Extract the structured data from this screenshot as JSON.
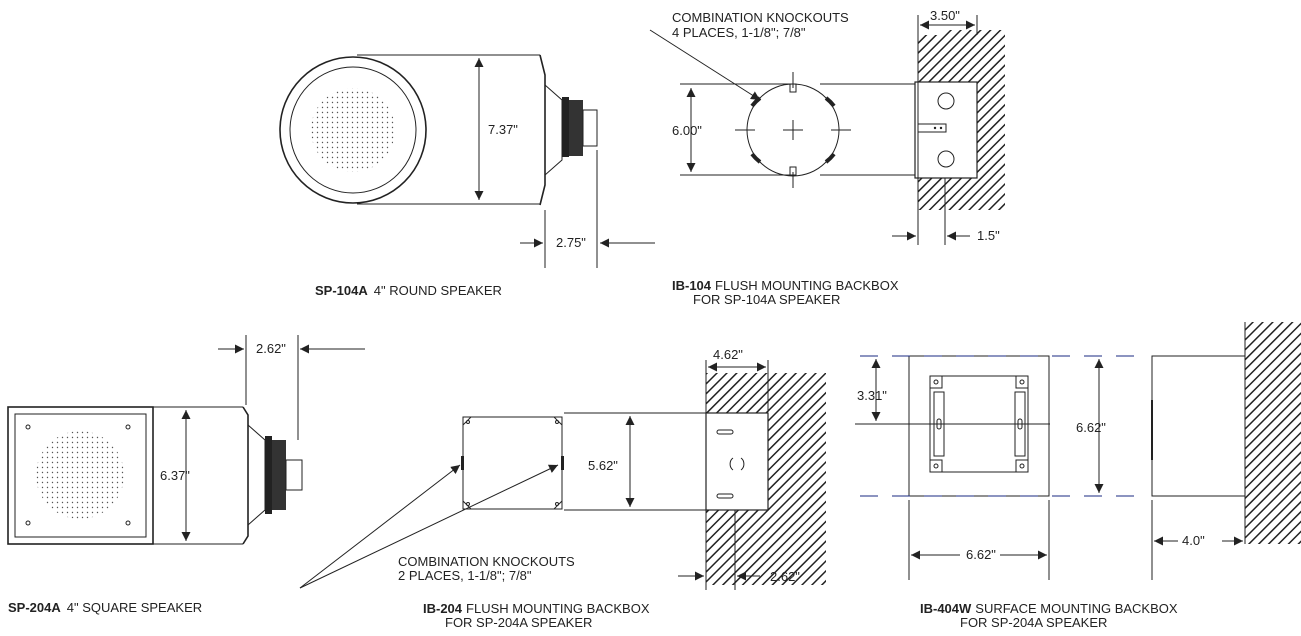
{
  "sp104a": {
    "title_bold": "SP-104A",
    "title_rest": "4\" ROUND SPEAKER",
    "dim_height": "7.37\"",
    "dim_depth": "2.75\""
  },
  "ib104": {
    "title_bold": "IB-104",
    "title_rest": "FLUSH MOUNTING BACKBOX",
    "subtitle": "FOR SP-104A SPEAKER",
    "knockouts_line1": "COMBINATION KNOCKOUTS",
    "knockouts_line2": "4 PLACES, 1-1/8\"; 7/8\"",
    "dim_depth": "3.50\"",
    "dim_diameter": "6.00\"",
    "dim_flange": "1.5\""
  },
  "sp204a": {
    "title_bold": "SP-204A",
    "title_rest": "4\" SQUARE SPEAKER",
    "dim_depth": "2.62\"",
    "dim_height": "6.37\""
  },
  "ib204": {
    "title_bold": "IB-204",
    "title_rest": "FLUSH MOUNTING BACKBOX",
    "subtitle": "FOR SP-204A SPEAKER",
    "knockouts_line1": "COMBINATION KNOCKOUTS",
    "knockouts_line2": "2 PLACES, 1-1/8\"; 7/8\"",
    "dim_depth": "4.62\"",
    "dim_height": "5.62\"",
    "dim_flange": "2.62\""
  },
  "ib404w": {
    "title_bold": "IB-404W",
    "title_rest": "SURFACE MOUNTING BACKBOX",
    "subtitle": "FOR SP-204A SPEAKER",
    "dim_half": "3.31\"",
    "dim_height": "6.62\"",
    "dim_width": "6.62\"",
    "dim_depth": "4.0\""
  }
}
